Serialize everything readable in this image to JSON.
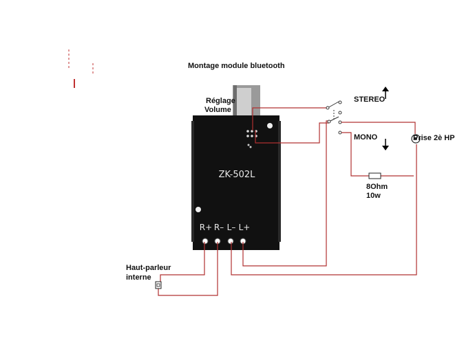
{
  "title": "Montage module bluetooth",
  "board": {
    "model": "ZK-502L",
    "pins": [
      "R+",
      "R–",
      "L–",
      "L+"
    ]
  },
  "labels": {
    "volume_line1": "Réglage",
    "volume_line2": "Volume",
    "stereo": "STEREO",
    "mono": "MONO",
    "jack": "Prise 2è HP",
    "resistor_value": "8Ohm",
    "resistor_power": "10w",
    "speaker_line1": "Haut-parleur",
    "speaker_line2": "interne"
  },
  "colors": {
    "wire": "#b03030",
    "board": "#111111",
    "background": "#ffffff"
  },
  "icons": {
    "stereo_arrow": "arrow-up-icon",
    "mono_arrow": "arrow-down-icon"
  }
}
